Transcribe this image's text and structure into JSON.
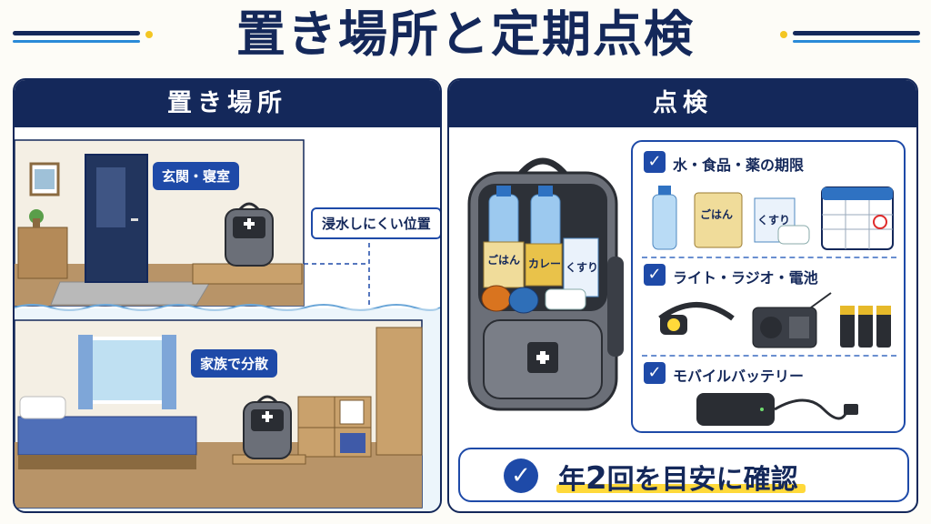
{
  "title": "置き場所と定期点検",
  "left_panel": {
    "heading": "置き場所",
    "tag_entrance": "玄関・寝室",
    "tag_flood": "浸水しにくい位置",
    "tag_distribute": "家族で分散"
  },
  "right_panel": {
    "heading": "点検",
    "backpack_items": {
      "rice": "ごはん",
      "curry": "カレー",
      "medicine": "くすり"
    },
    "checklist": [
      {
        "label": "水・食品・薬の期限",
        "pack_rice": "ごはん",
        "pack_medicine": "くすり"
      },
      {
        "label": "ライト・ラジオ・電池"
      },
      {
        "label": "モバイルバッテリー"
      }
    ],
    "summary": {
      "pre": "年",
      "number": "2",
      "post": "回を目安に確認"
    }
  },
  "colors": {
    "navy": "#14285a",
    "accent_blue": "#1e4aa8",
    "highlight_yellow": "#ffd93a",
    "water": "#cfe6f7"
  },
  "icons": [
    "check-icon",
    "first-aid-cross-icon",
    "calendar-icon",
    "arrow-up-icon"
  ]
}
